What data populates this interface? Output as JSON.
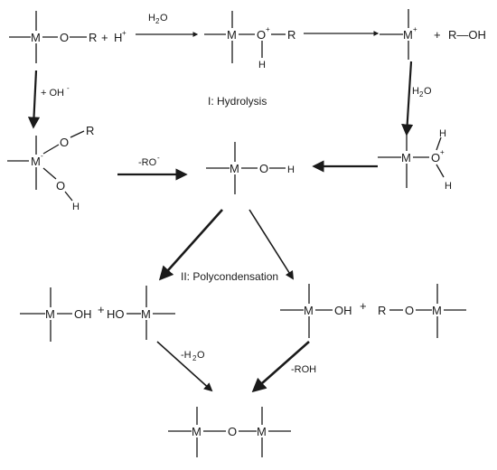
{
  "atoms": {
    "metal": "M",
    "oxygen": "O",
    "hydrogen": "H",
    "alkyl": "R",
    "hydroxyl": "OH",
    "hydroxyl_left": "HO",
    "alcohol": "R—OH"
  },
  "charges": {
    "plus": "+",
    "minus": "-"
  },
  "reagents": {
    "proton": "H",
    "hydroxide": "+ OH",
    "water": "H",
    "water_O": "O",
    "water_sub": "2",
    "neg_ro": "-RO",
    "neg_h2o_prefix": "-H",
    "neg_h2o_O": "O",
    "neg_roh": "-ROH"
  },
  "operators": {
    "plus": "+"
  },
  "labels": {
    "hydrolysis": "I: Hydrolysis",
    "polycondensation": "II: Polycondensation"
  }
}
